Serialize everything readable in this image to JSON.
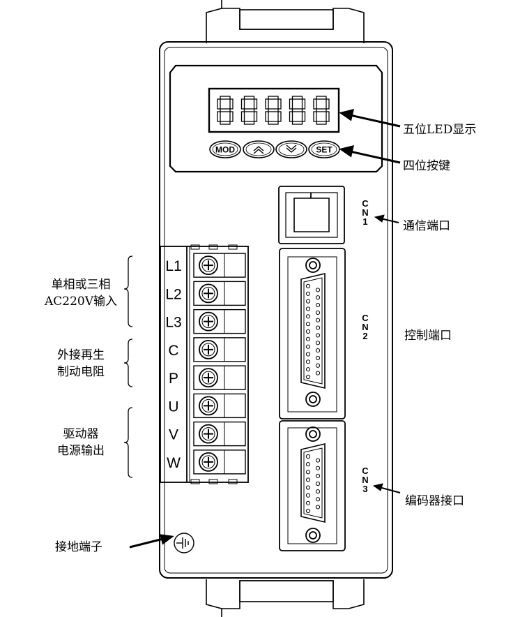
{
  "display": {
    "digit_count": 5
  },
  "buttons": [
    {
      "id": "mod",
      "label": "MOD"
    },
    {
      "id": "up",
      "icon": "chevron-up-icon"
    },
    {
      "id": "down",
      "icon": "chevron-down-icon"
    },
    {
      "id": "set",
      "label": "SET"
    }
  ],
  "terminals": [
    "L1",
    "L2",
    "L3",
    "C",
    "P",
    "U",
    "V",
    "W"
  ],
  "connectors": {
    "cn1": {
      "label": "CN1",
      "chars": [
        "C",
        "N",
        "1"
      ]
    },
    "cn2": {
      "label": "CN2",
      "chars": [
        "C",
        "N",
        "2"
      ],
      "pins": 25
    },
    "cn3": {
      "label": "CN3",
      "chars": [
        "C",
        "N",
        "3"
      ],
      "pins": 15
    }
  },
  "callouts": {
    "display": "五位LED显示",
    "keys": "四位按键",
    "comm_port": "通信端口",
    "control_port": "控制端口",
    "encoder_port": "编码器接口",
    "ground": "接地端子",
    "power_input": [
      "单相或三相",
      "AC220V输入"
    ],
    "regen_resistor": [
      "外接再生",
      "制动电阻"
    ],
    "motor_output": [
      "驱动器",
      "电源输出"
    ]
  }
}
